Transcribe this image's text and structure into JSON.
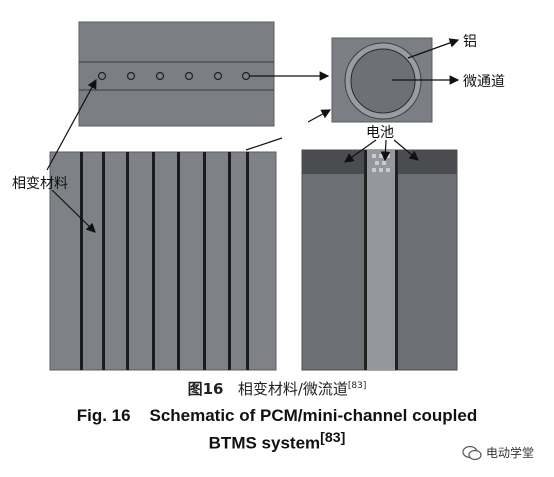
{
  "labels": {
    "aluminum": "铝",
    "microchannel": "微通道",
    "battery": "电池",
    "pcm": "相变材料"
  },
  "caption": {
    "cn_fig": "图16",
    "cn_text": "相变材料/微流道",
    "cn_ref": "[83]",
    "en_line1": "Fig. 16    Schematic of PCM/mini-channel coupled",
    "en_line2": "BTMS system",
    "en_ref": "[83]"
  },
  "watermark": "电动学堂",
  "colors": {
    "panel_gray": "#7b7e84",
    "dark_stripe": "#1c1c1e",
    "top_band": "#4a4c50",
    "circle_inner": "#6e7076"
  }
}
